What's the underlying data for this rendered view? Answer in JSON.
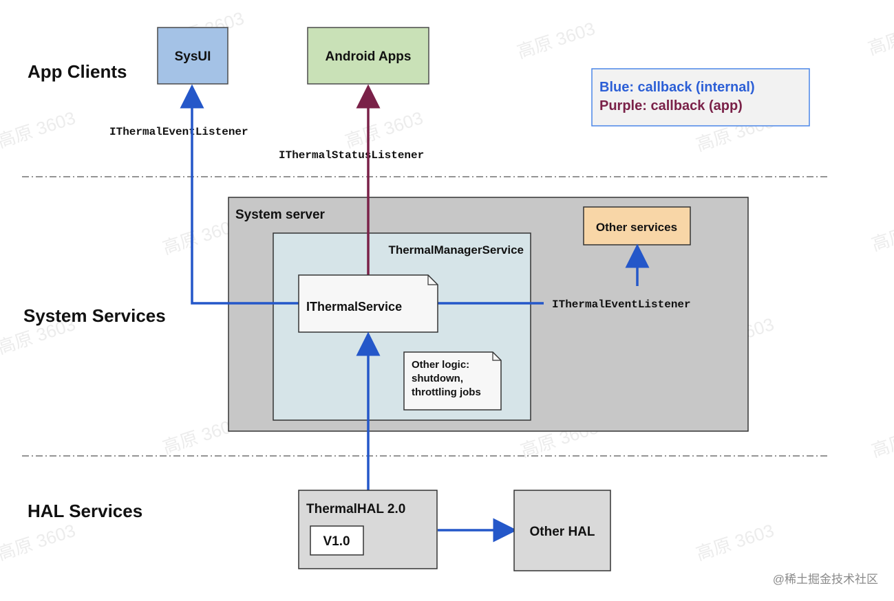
{
  "layers": {
    "app_clients": "App Clients",
    "system_services": "System Services",
    "hal_services": "HAL Services"
  },
  "boxes": {
    "sysui": "SysUI",
    "android_apps": "Android Apps",
    "system_server": "System server",
    "other_services": "Other services",
    "thermal_manager_service": "ThermalManagerService",
    "ithermal_service": "IThermalService",
    "other_logic_lines": [
      "Other logic:",
      "shutdown,",
      "throttling jobs"
    ],
    "thermal_hal": "ThermalHAL 2.0",
    "hal_version": "V1.0",
    "other_hal": "Other HAL"
  },
  "interfaces": {
    "event_listener_sysui": "IThermalEventListener",
    "status_listener_apps": "IThermalStatusListener",
    "event_listener_services": "IThermalEventListener"
  },
  "legend": {
    "blue": "Blue: callback (internal)",
    "purple": "Purple: callback (app)"
  },
  "colors": {
    "blue_arrow": "#2457c9",
    "purple_arrow": "#7a2148",
    "sysui_fill": "#a4c2e6",
    "android_apps_fill": "#c9e1b7",
    "other_services_fill": "#f8d6a7",
    "system_server_fill": "#c7c7c7",
    "tms_fill": "#d6e4e8",
    "hal_fill": "#d9d9d9",
    "legend_border": "#4a86e8",
    "legend_blue_text": "#2c5fd6",
    "legend_purple_text": "#7a2148"
  },
  "watermark": "高原 3603",
  "footer": "@稀土掘金技术社区"
}
